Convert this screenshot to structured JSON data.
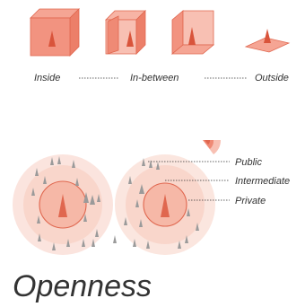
{
  "spectrum": {
    "inside": "Inside",
    "between": "In-between",
    "outside": "Outside"
  },
  "layers": {
    "public": "Public",
    "intermediate": "Intermediate",
    "private": "Private"
  },
  "title": "Openness",
  "colors": {
    "accent": "#f08a76",
    "accent_dark": "#e0674f",
    "ring_light": "#fbe3dc",
    "ring_mid": "#f7c6b9",
    "tree_grey": "#9a9a9a",
    "text": "#333333"
  }
}
